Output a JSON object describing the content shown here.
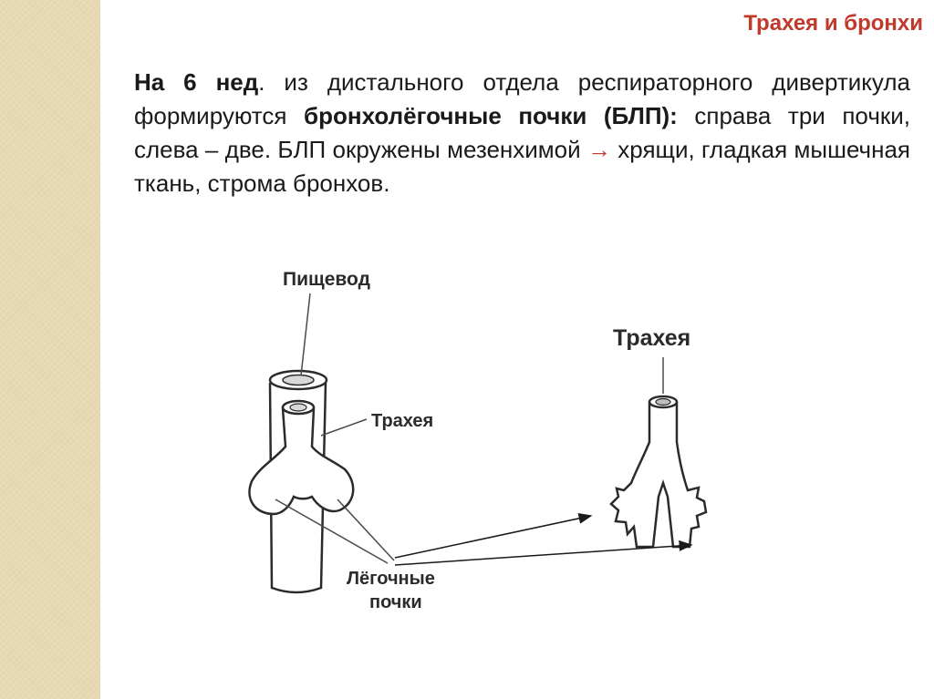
{
  "slide": {
    "title": "Трахея и бронхи",
    "paragraph": {
      "lead_bold": "На 6 нед",
      "text_1": ". из дистального отдела респираторного дивертикула формируются ",
      "term_bold": "бронхолёгочные почки (БЛП):",
      "text_2": " справа три почки, слева – две. БЛП окружены мезенхимой ",
      "arrow": "→",
      "text_3": " хрящи, гладкая мышечная ткань, строма бронхов."
    }
  },
  "diagram": {
    "labels": {
      "esophagus": "Пищевод",
      "trachea_left": "Трахея",
      "trachea_right": "Трахея",
      "lung_buds_line1": "Лёгочные",
      "lung_buds_line2": "почки"
    }
  },
  "colors": {
    "title": "#c0392b",
    "arrow": "#c0392b",
    "side_strip": "#e7d9b3"
  }
}
